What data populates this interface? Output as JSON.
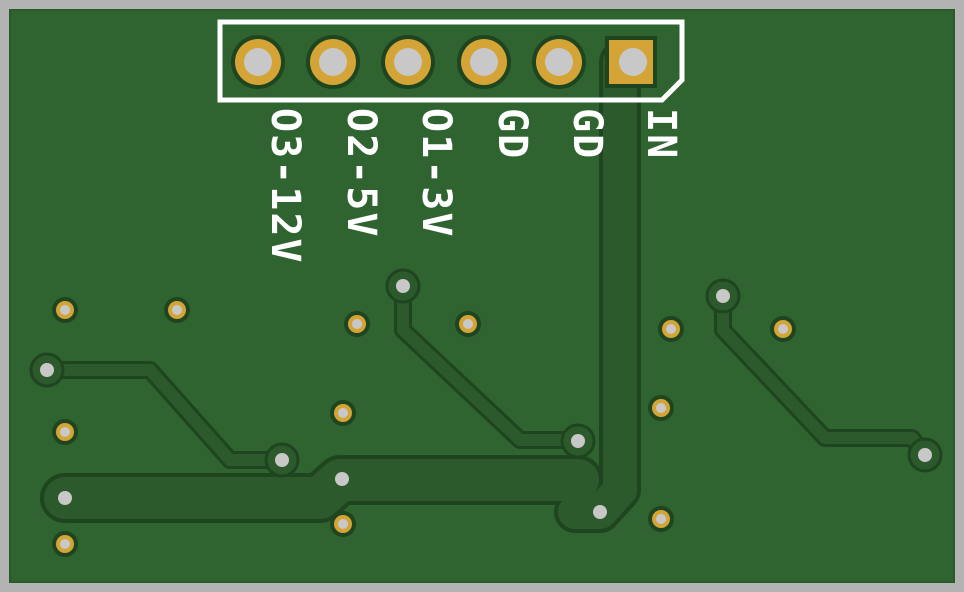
{
  "board": {
    "colors": {
      "background": "#b3b3b3",
      "substrate": "#2f6330",
      "copper": "#2d5a2c",
      "trace_outline": "#1e451f",
      "pad": "#d4a536",
      "hole": "#c8c8c8",
      "silkscreen": "#ffffff"
    }
  },
  "header": {
    "pins": [
      {
        "label": "O3-12V",
        "shape": "round"
      },
      {
        "label": "O2-5V",
        "shape": "round"
      },
      {
        "label": "O1-3V",
        "shape": "round"
      },
      {
        "label": "GD",
        "shape": "round"
      },
      {
        "label": "GD",
        "shape": "round"
      },
      {
        "label": "IN",
        "shape": "square"
      }
    ]
  }
}
